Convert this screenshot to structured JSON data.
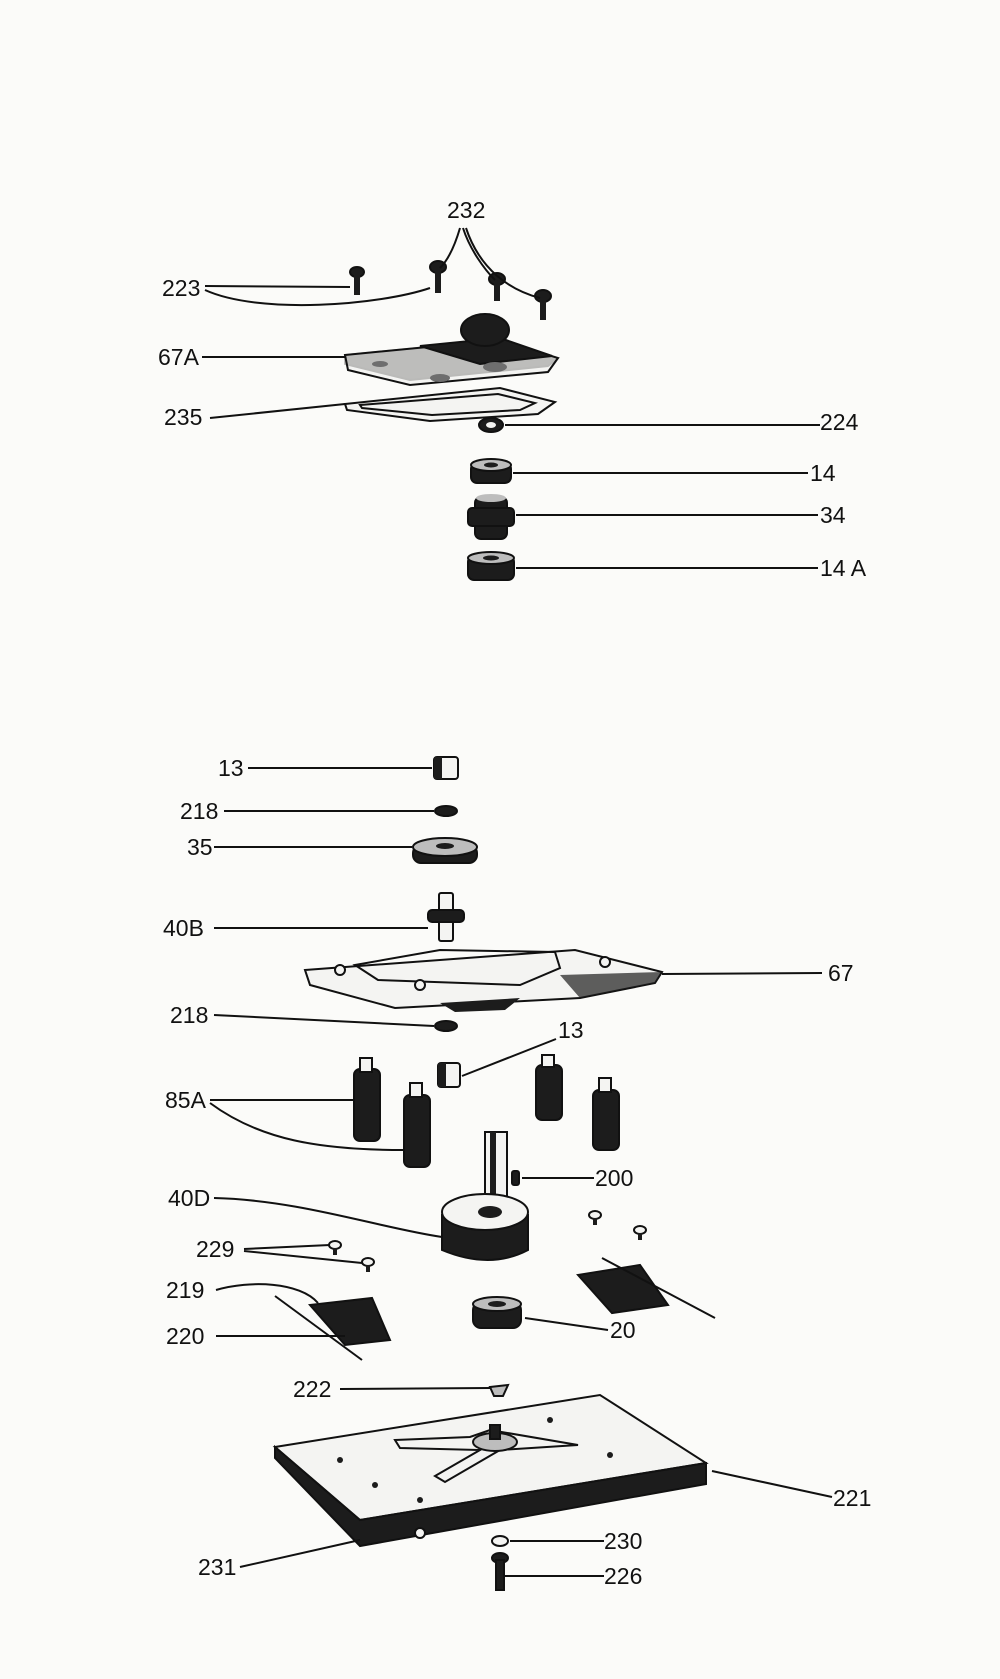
{
  "labels": {
    "p232": "232",
    "p223": "223",
    "p67A": "67A",
    "p235": "235",
    "p224": "224",
    "p14": "14",
    "p34": "34",
    "p14A": "14 A",
    "p13_top": "13",
    "p218_top": "218",
    "p35": "35",
    "p40B": "40B",
    "p67": "67",
    "p218_mid": "218",
    "p13_mid": "13",
    "p85A": "85A",
    "p200": "200",
    "p40D": "40D",
    "p229": "229",
    "p219": "219",
    "p220": "220",
    "p20": "20",
    "p222": "222",
    "p221": "221",
    "p231": "231",
    "p230": "230",
    "p226": "226"
  }
}
